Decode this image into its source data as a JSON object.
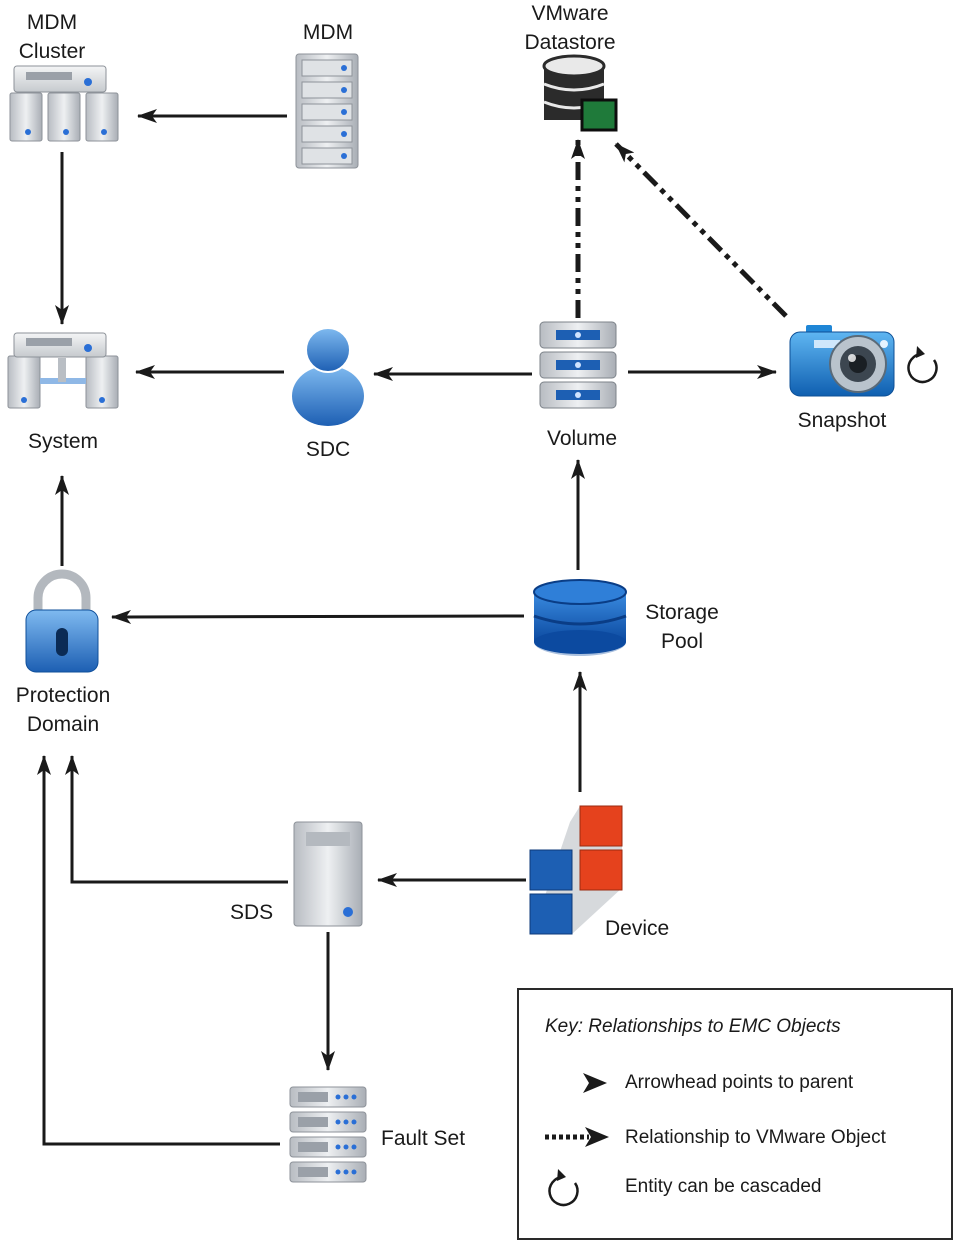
{
  "nodes": {
    "mdm_cluster": "MDM\nCluster",
    "mdm": "MDM",
    "vmware_datastore": "VMware\nDatastore",
    "system": "System",
    "sdc": "SDC",
    "volume": "Volume",
    "snapshot": "Snapshot",
    "protection_domain": "Protection\nDomain",
    "storage_pool": "Storage\nPool",
    "sds": "SDS",
    "device": "Device",
    "fault_set": "Fault Set"
  },
  "key": {
    "title": "Key: Relationships to EMC Objects",
    "items": [
      {
        "symbol": "arrowhead-icon",
        "text": "Arrowhead points to parent"
      },
      {
        "symbol": "dotted-arrow-icon",
        "text": "Relationship to VMware Object"
      },
      {
        "symbol": "cascade-icon",
        "text": "Entity can be cascaded"
      }
    ]
  },
  "colors": {
    "line": "#1a1a1a",
    "server_gray": "#c9cdd2",
    "led_blue": "#2a6fd6",
    "device_red": "#e5421d",
    "device_blue": "#1d5fb3",
    "camera_blue": "#1f86d6",
    "datastore_green": "#1f7a3a",
    "pool_blue": "#1462c4"
  }
}
